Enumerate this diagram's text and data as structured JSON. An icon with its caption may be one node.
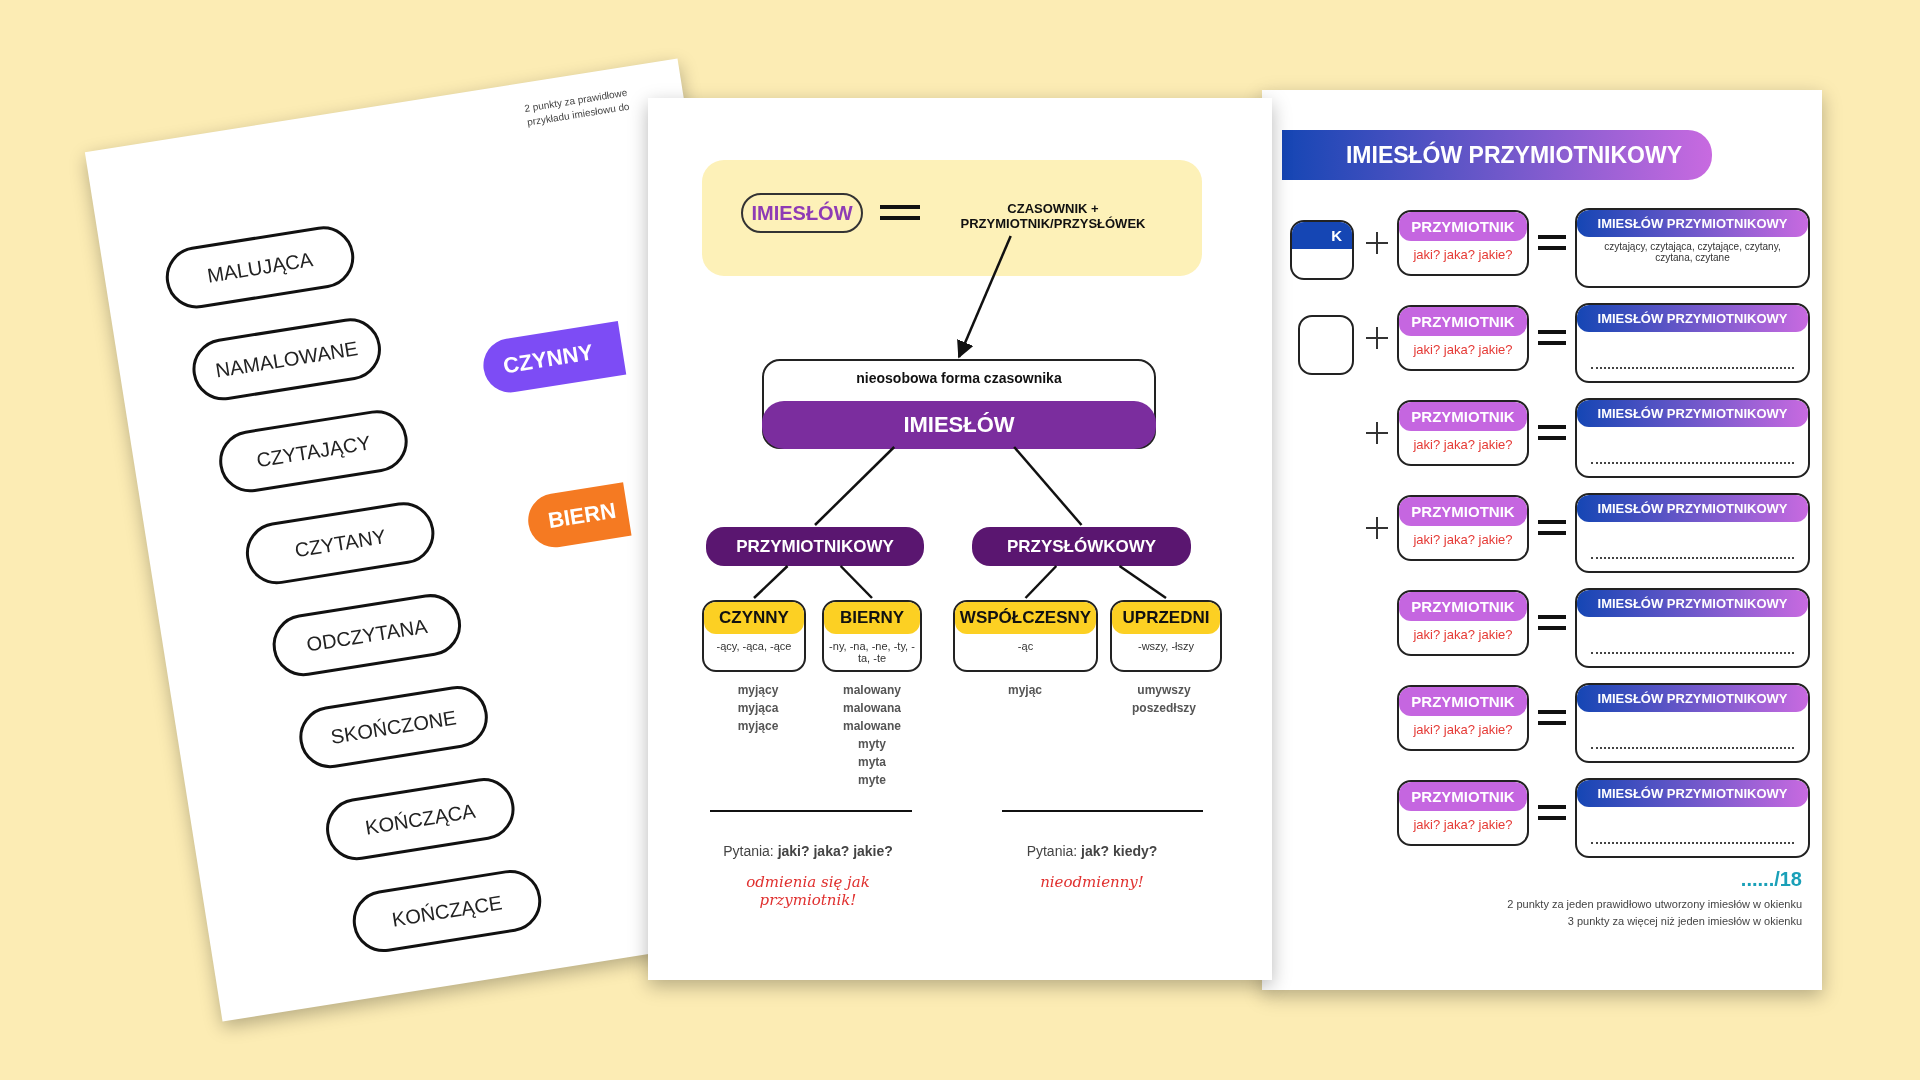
{
  "diagram": {
    "nodes": [
      {
        "text": [
          "MALUJĄCA"
        ]
      },
      {
        "text": [
          "NAMALOWANE"
        ]
      },
      {
        "text": [
          "CZYTAJĄCY"
        ]
      },
      {
        "text": [
          "CZYTANY"
        ]
      },
      {
        "text": [
          "ODCZYTANA"
        ]
      },
      {
        "text": [
          "SKOŃCZONE"
        ]
      },
      {
        "text": [
          "KOŃCZĄCA"
        ]
      },
      {
        "text": [
          "KOŃCZĄCE"
        ]
      },
      {
        "text": [
          "CZYNNY"
        ]
      },
      {
        "text": [
          "BIERN"
        ]
      },
      {
        "text": [
          "IMIESŁÓW"
        ]
      },
      {
        "text": [
          "CZASOWNIK + PRZYMIOTNIK/PRZYSŁÓWEK"
        ]
      },
      {
        "text": [
          "nieosobowa forma czasownika"
        ]
      },
      {
        "text": [
          "IMIESŁÓW"
        ],
        "in": 12
      },
      {
        "text": [
          "PRZYMIOTNIKOWY"
        ]
      },
      {
        "text": [
          "PRZYSŁÓWKOWY"
        ]
      },
      {
        "text": [
          "CZYNNY",
          "-ący, -ąca, -ące"
        ]
      },
      {
        "text": [
          "BIERNY",
          "-ny, -na, -ne, -ty, -ta, -te"
        ]
      },
      {
        "text": [
          "WSPÓŁCZESNY",
          "-ąc"
        ]
      },
      {
        "text": [
          "UPRZEDNI",
          "-wszy, -łszy"
        ]
      },
      {
        "text": [
          "IMIESŁÓW PRZYMIOTNIKOWY"
        ]
      },
      {
        "text": [
          "K"
        ]
      },
      {
        "text": [
          "PRZYMIOTNIK",
          "jaki? jaka? jakie?"
        ]
      },
      {
        "text": [
          "IMIESŁÓW PRZYMIOTNIKOWY",
          "czytający, czytająca, czytające, czytany, czytana, czytane"
        ]
      },
      {
        "text": [],
        "shape": "box"
      },
      {
        "text": [
          "PRZYMIOTNIK",
          "jaki? jaka? jakie?"
        ]
      },
      {
        "text": [
          "IMIESŁÓW PRZYMIOTNIKOWY"
        ]
      },
      {
        "text": [
          "PRZYMIOTNIK",
          "jaki? jaka? jakie?"
        ]
      },
      {
        "text": [
          "IMIESŁÓW PRZYMIOTNIKOWY"
        ]
      },
      {
        "text": [
          "PRZYMIOTNIK",
          "jaki? jaka? jakie?"
        ]
      },
      {
        "text": [
          "IMIESŁÓW PRZYMIOTNIKOWY"
        ]
      },
      {
        "text": [
          "PRZYMIOTNIK",
          "jaki? jaka? jakie?"
        ]
      },
      {
        "text": [
          "IMIESŁÓW PRZYMIOTNIKOWY"
        ]
      },
      {
        "text": [
          "PRZYMIOTNIK",
          "jaki? jaka? jakie?"
        ]
      },
      {
        "text": [
          "IMIESŁÓW PRZYMIOTNIKOWY"
        ]
      },
      {
        "text": [
          "PRZYMIOTNIK",
          "jaki? jaka? jakie?"
        ]
      },
      {
        "text": [
          "IMIESŁÓW PRZYMIOTNIKOWY"
        ]
      }
    ],
    "edges": [
      {
        "from": 11,
        "to": 12,
        "arrow": "to"
      },
      {
        "from": 13,
        "to": 14,
        "arrow": "none"
      },
      {
        "from": 13,
        "to": 15,
        "arrow": "none"
      },
      {
        "from": 14,
        "to": 16,
        "arrow": "none"
      },
      {
        "from": 14,
        "to": 17,
        "arrow": "none"
      },
      {
        "from": 15,
        "to": 18,
        "arrow": "none"
      },
      {
        "from": 15,
        "to": 19,
        "arrow": "none"
      }
    ],
    "labels": [
      "2 punkty za prawidłowe",
      "przykładu imiesłowu do",
      "myj**ący**",
      "myj**ąca**",
      "myj**ące**",
      "malowa**ny**",
      "malowa**na**",
      "malowa**ne**",
      "my**ty**",
      "my**ta**",
      "my**te**",
      "myj**ąc**",
      "umy**wszy**",
      "poszed**łszy**",
      "Pytania: **jaki? jaka? jakie?**",
      "Pytania: **jak? kiedy?**",
      "odmienia się jak przymiotnik!",
      "nieodmienny!",
      "....../18",
      "2 punkty za jeden prawidłowo utworzony imiesłów w okienku",
      "3 punkty za więcej niż jeden imiesłów w okienku"
    ]
  }
}
